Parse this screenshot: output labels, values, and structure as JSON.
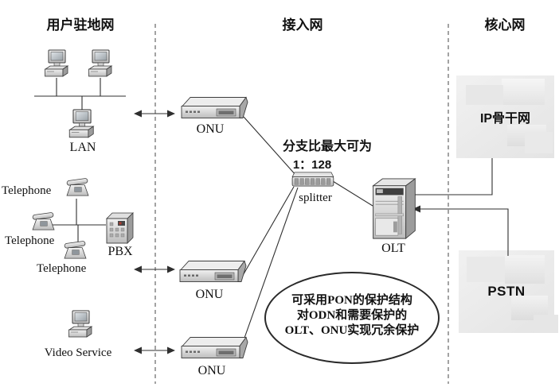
{
  "sections": {
    "user_premises": "用户驻地网",
    "access_network": "接入网",
    "core_network": "核心网"
  },
  "devices": {
    "lan": "LAN",
    "telephone_top": "Telephone",
    "telephone_left": "Telephone",
    "telephone_bottom": "Telephone",
    "pbx": "PBX",
    "video_service": "Video Service",
    "onu_top": "ONU",
    "onu_middle": "ONU",
    "onu_bottom": "ONU",
    "splitter": "splitter",
    "olt": "OLT",
    "ip_backbone": "IP骨干网",
    "pstn": "PSTN"
  },
  "annotations": {
    "split_ratio_caption": "分支比最大可为",
    "split_ratio_value": "1：128",
    "protection_note_line1": "可采用PON的保护结构",
    "protection_note_line2": "对ODN和需要保护的",
    "protection_note_line3": "OLT、ONU实现冗余保护"
  },
  "icons": {
    "desktop_computer": "desktop-computer-icon",
    "telephone": "telephone-icon",
    "pbx": "pbx-icon",
    "onu": "onu-device-icon",
    "splitter": "splitter-device-icon",
    "olt": "olt-server-icon",
    "bidirectional_arrow": "bidirectional-arrow"
  },
  "colors": {
    "background": "#ffffff",
    "line": "#2f2f2f",
    "dashed_boundary": "#666666",
    "cloud_fill": "#ececec",
    "text": "#111111"
  }
}
